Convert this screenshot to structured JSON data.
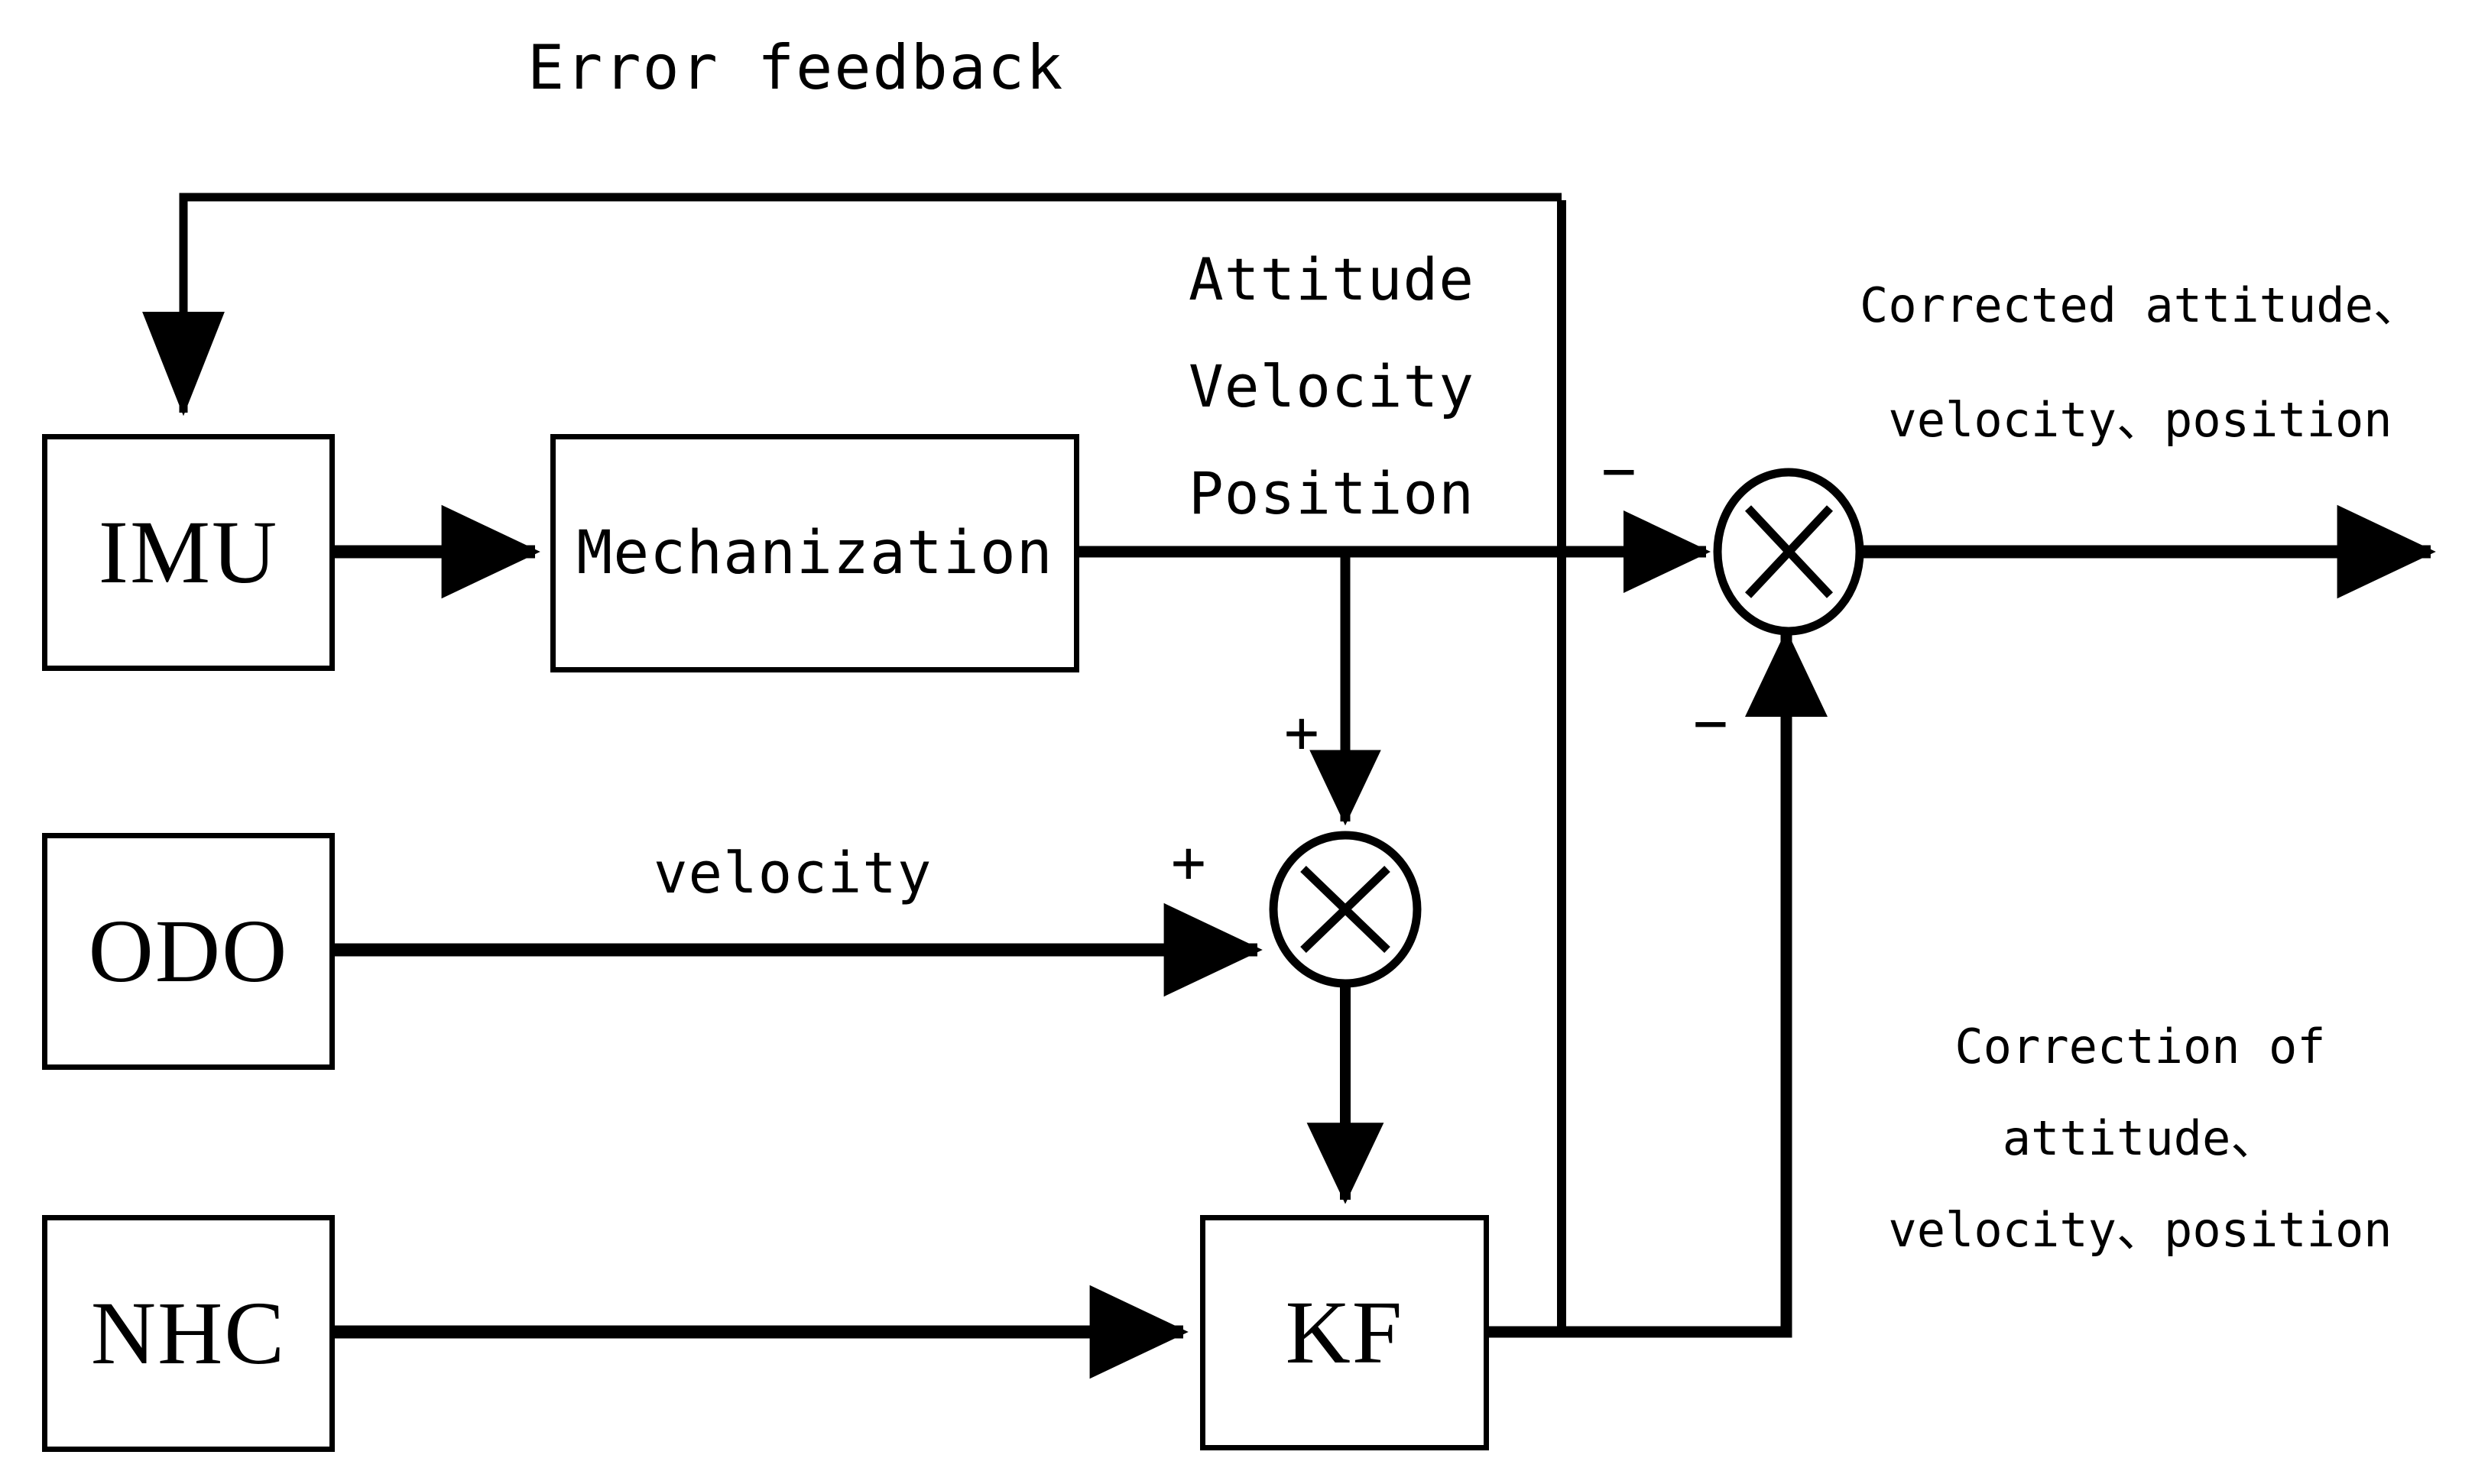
{
  "diagram": {
    "title": "Error feedback",
    "type": "block-diagram",
    "colors": {
      "line": "#000000",
      "background": "#ffffff",
      "text": "#000000"
    },
    "blocks": [
      {
        "id": "imu",
        "label": "IMU"
      },
      {
        "id": "mechanization",
        "label": "Mechanization"
      },
      {
        "id": "odo",
        "label": "ODO"
      },
      {
        "id": "nhc",
        "label": "NHC"
      },
      {
        "id": "kf",
        "label": "KF"
      }
    ],
    "junctions": [
      {
        "id": "sum-lower",
        "glyph": "circle-x",
        "signs": [
          "+",
          "+"
        ]
      },
      {
        "id": "sum-right",
        "glyph": "circle-x",
        "signs": [
          "-",
          "-"
        ]
      }
    ],
    "labels": {
      "error_feedback": "Error feedback",
      "state_line1": "Attitude",
      "state_line2": "Velocity",
      "state_line3": "Position",
      "velocity": "velocity",
      "corrected_line1": "Corrected attitude、",
      "corrected_line2": "velocity、position",
      "correction_line1": "Correction of",
      "correction_line2": "attitude、",
      "correction_line3": "velocity、position"
    },
    "signs": {
      "plus_vertical": "+",
      "plus_horizontal": "+",
      "minus_horizontal": "−",
      "minus_vertical": "−"
    }
  }
}
